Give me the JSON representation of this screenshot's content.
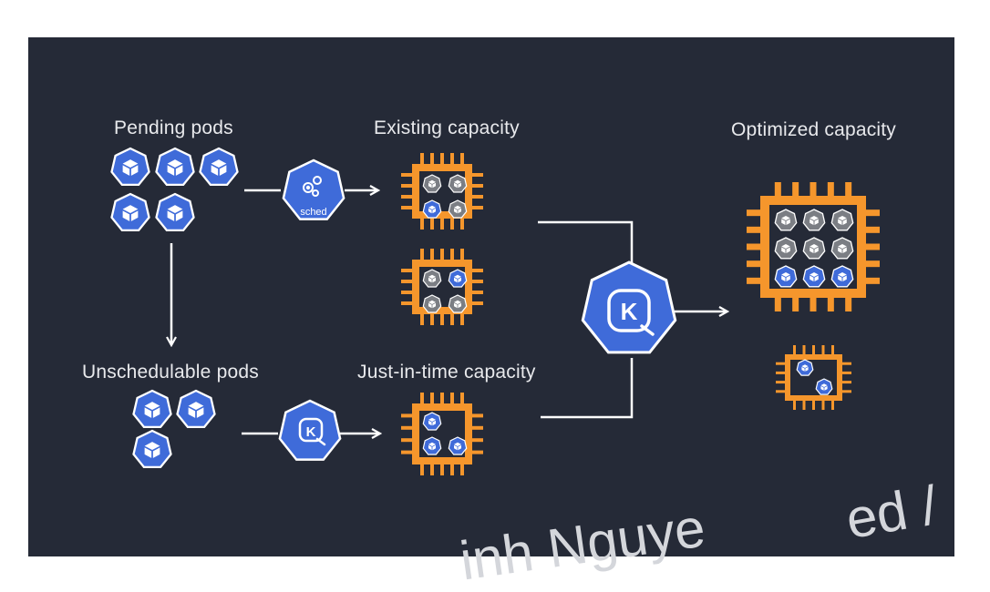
{
  "labels": {
    "pending": "Pending pods",
    "existing": "Existing capacity",
    "optimized": "Optimized capacity",
    "unschedulable": "Unschedulable pods",
    "jit": "Just-in-time capacity"
  },
  "scheduler_badge": "sched",
  "karpenter_letter": "K",
  "watermark": {
    "left": "inh Nguye",
    "right": "ed /"
  },
  "colors": {
    "background": "#252a37",
    "pod_blue": "#3f6bd9",
    "pod_gray": "#7b7e84",
    "chip_orange": "#f5962c",
    "connector": "#ffffff",
    "text": "#e8e9ec"
  },
  "groups": {
    "pending_pods": 5,
    "unschedulable_pods": 3,
    "existing_node_1": [
      "gray",
      "gray",
      "blue",
      "gray"
    ],
    "existing_node_2": [
      "gray",
      "blue",
      "gray",
      "gray"
    ],
    "jit_node": [
      "blue",
      "blue",
      "blue"
    ],
    "optimized_large": [
      "gray",
      "gray",
      "gray",
      "gray",
      "gray",
      "gray",
      "blue",
      "blue",
      "blue"
    ],
    "optimized_small": [
      "blue",
      "blue"
    ]
  }
}
